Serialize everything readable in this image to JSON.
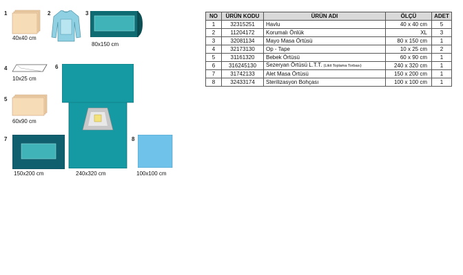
{
  "items": [
    {
      "num": "1",
      "size": "40x40 cm"
    },
    {
      "num": "2"
    },
    {
      "num": "3",
      "size": "80x150 cm"
    },
    {
      "num": "4",
      "size": "10x25 cm"
    },
    {
      "num": "5",
      "size": "60x90 cm"
    },
    {
      "num": "6",
      "size": "240x320 cm"
    },
    {
      "num": "7",
      "size": "150x200 cm"
    },
    {
      "num": "8",
      "size": "100x100 cm"
    }
  ],
  "table": {
    "headers": [
      "NO",
      "ÜRÜN KODU",
      "ÜRÜN ADI",
      "ÖLÇÜ",
      "ADET"
    ],
    "rows": [
      {
        "no": "1",
        "code": "32315251",
        "name": "Havlu",
        "note": "",
        "size": "40 x 40 cm",
        "qty": "5"
      },
      {
        "no": "2",
        "code": "11204172",
        "name": "Korumalı Önlük",
        "note": "",
        "size": "XL",
        "qty": "3"
      },
      {
        "no": "3",
        "code": "32081134",
        "name": "Mayo Masa Örtüsü",
        "note": "",
        "size": "80 x 150 cm",
        "qty": "1"
      },
      {
        "no": "4",
        "code": "32173130",
        "name": "Op - Tape",
        "note": "",
        "size": "10 x 25 cm",
        "qty": "2"
      },
      {
        "no": "5",
        "code": "31161320",
        "name": "Bebek Örtüsü",
        "note": "",
        "size": "60 x 90 cm",
        "qty": "1"
      },
      {
        "no": "6",
        "code": "316245130",
        "name": "Sezeryan Örtüsü L.T.T.",
        "note": "(Likit Toplama Torbası)",
        "size": "240 x 320 cm",
        "qty": "1"
      },
      {
        "no": "7",
        "code": "31742133",
        "name": "Alet Masa Örtüsü",
        "note": "",
        "size": "150 x 200 cm",
        "qty": "1"
      },
      {
        "no": "8",
        "code": "32433174",
        "name": "Sterilizasyon Bohçası",
        "note": "",
        "size": "100 x 100 cm",
        "qty": "1"
      }
    ]
  },
  "colors": {
    "towel": "#f7dcb8",
    "gown": "#8fd0e2",
    "teal_dark": "#1a7f86",
    "teal": "#159aa3",
    "navy": "#0f5f6f",
    "light_blue": "#6fc3ea",
    "table_header": "#d9d9d9"
  }
}
